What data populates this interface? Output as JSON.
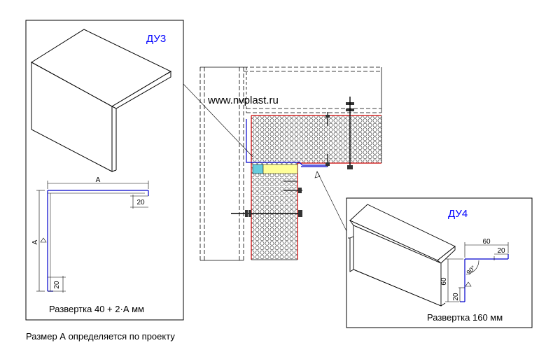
{
  "site_url": "www.nvplast.ru",
  "footer_note": "Размер А определяется по проекту",
  "du3": {
    "label": "ДУ3",
    "dim_a_horizontal": "А",
    "dim_a_vertical": "А",
    "dim_flange_top": "20",
    "dim_flange_bottom": "20",
    "development_text": "Развертка 40 + 2·А мм"
  },
  "du4": {
    "label": "ДУ4",
    "dim_top_width": "60",
    "dim_top_flange": "20",
    "dim_side_height": "60",
    "dim_bottom_flange": "20",
    "angle_text": "90°",
    "development_text": "Развертка 160 мм"
  },
  "colors": {
    "label_blue": "#0000ff",
    "insulation_red": "#cc0000",
    "foam_yellow": "#ffff99",
    "foam_cyan": "#66ccdd",
    "profile_blue": "#0000cc"
  }
}
